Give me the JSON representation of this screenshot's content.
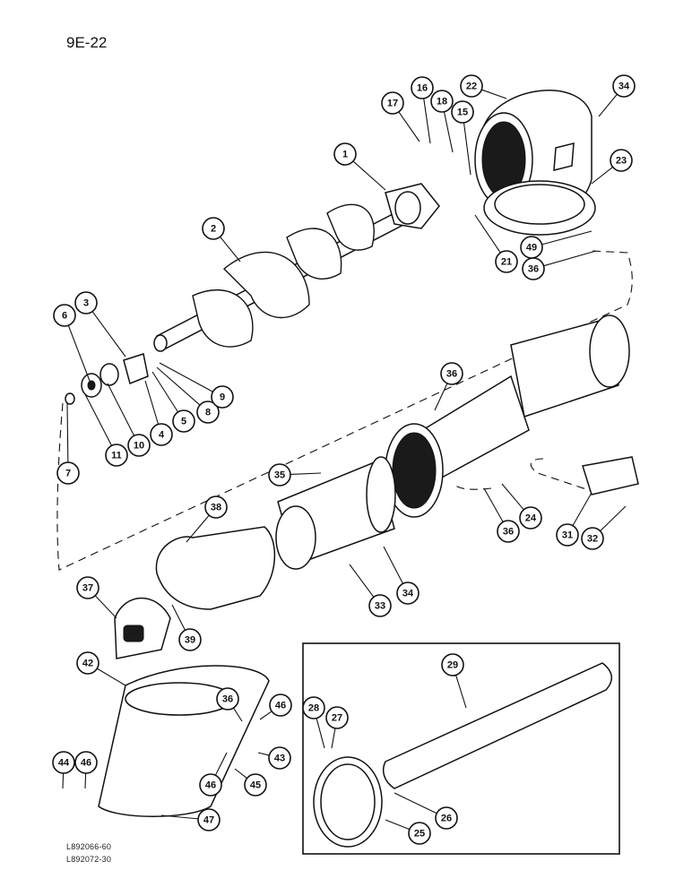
{
  "page": {
    "code": "9E-22",
    "ref_numbers": [
      "L892066-60",
      "L892072-30"
    ]
  },
  "callouts": [
    "1",
    "2",
    "3",
    "4",
    "5",
    "6",
    "7",
    "8",
    "9",
    "10",
    "11",
    "15",
    "16",
    "17",
    "18",
    "21",
    "22",
    "23",
    "24",
    "25",
    "26",
    "27",
    "28",
    "29",
    "31",
    "32",
    "33",
    "34",
    "34",
    "35",
    "36",
    "36",
    "36",
    "36",
    "37",
    "38",
    "39",
    "42",
    "43",
    "44",
    "45",
    "46",
    "46",
    "46",
    "47",
    "49"
  ],
  "colors": {
    "ink": "#111111",
    "paper": "#ffffff"
  }
}
